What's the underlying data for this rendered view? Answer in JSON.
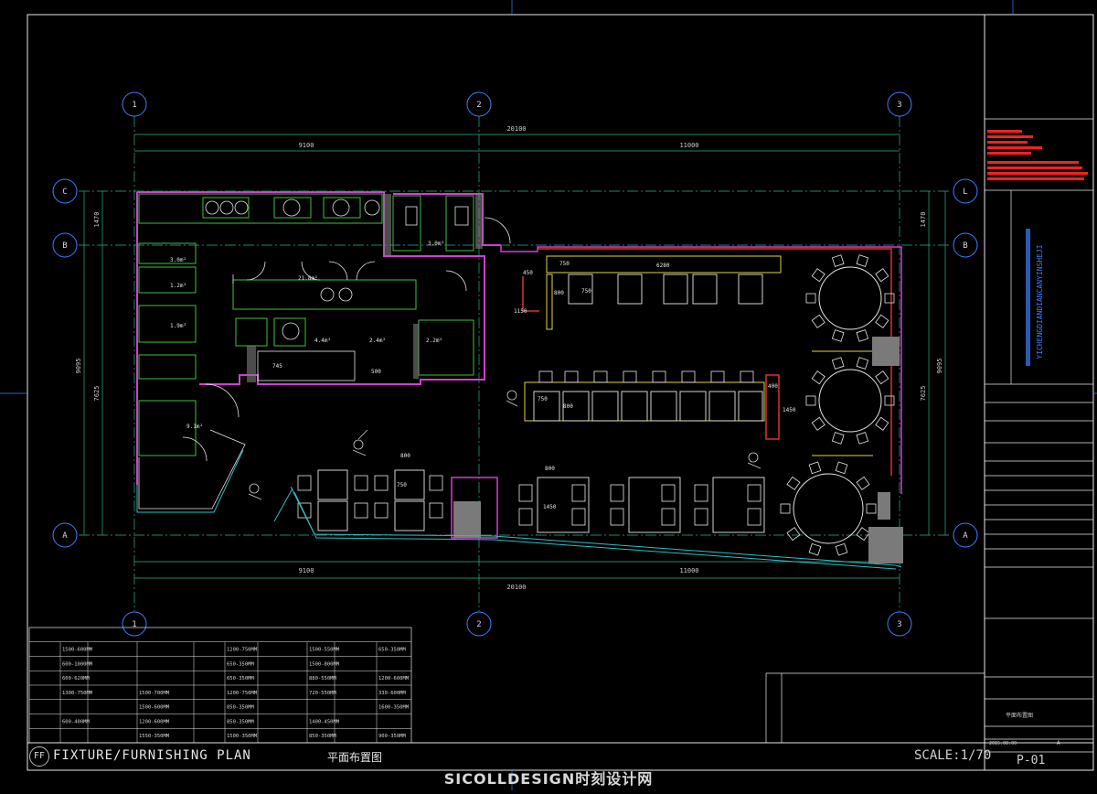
{
  "drawing": {
    "title_en": "FIXTURE/FURNISHING PLAN",
    "title_cn": "平面布置图",
    "badge": "FF",
    "scale": "SCALE:1/70",
    "sheet_no": "P-01",
    "sheet_title_cn": "平面布置图",
    "date": "2015.08.00",
    "revision": "A",
    "project_vertical": "YICHENGDIANDIANCANYINSHEJI",
    "watermark": "SICOLLDESIGN时刻设计网"
  },
  "grid": {
    "columns": [
      "1",
      "2",
      "3"
    ],
    "rows": [
      "C",
      "B",
      "A"
    ],
    "rows_right": [
      "L",
      "B",
      "A"
    ]
  },
  "dimensions": {
    "overall": "20100",
    "left_bay": "9100",
    "right_bay": "11000",
    "left_total": "9095",
    "left_sub": "7625",
    "left_top": "1470",
    "right_total": "9095",
    "right_sub": "7625",
    "right_top": "1470"
  },
  "room_labels": [
    {
      "id": "r1",
      "text": "3.0m²"
    },
    {
      "id": "r2",
      "text": "1.2m²"
    },
    {
      "id": "r3",
      "text": "1.9m²"
    },
    {
      "id": "r4",
      "text": "9.1m²"
    },
    {
      "id": "r5",
      "text": "4.4m²"
    },
    {
      "id": "r6",
      "text": "2.4m²"
    },
    {
      "id": "r7",
      "text": "2.2m²"
    },
    {
      "id": "r8",
      "text": "3.0m²"
    },
    {
      "id": "r9",
      "text": "21.8m²"
    }
  ],
  "inner_dims": [
    {
      "id": "d1",
      "text": "6280"
    },
    {
      "id": "d2",
      "text": "750"
    },
    {
      "id": "d3",
      "text": "800"
    },
    {
      "id": "d4",
      "text": "750"
    },
    {
      "id": "d5",
      "text": "450"
    },
    {
      "id": "d6",
      "text": "1150"
    },
    {
      "id": "d7",
      "text": "750"
    },
    {
      "id": "d8",
      "text": "800"
    },
    {
      "id": "d9",
      "text": "400"
    },
    {
      "id": "d10",
      "text": "1450"
    },
    {
      "id": "d11",
      "text": "800"
    },
    {
      "id": "d12",
      "text": "1450"
    },
    {
      "id": "d13",
      "text": "800"
    },
    {
      "id": "d14",
      "text": "750"
    },
    {
      "id": "d15",
      "text": "745"
    },
    {
      "id": "d16",
      "text": "500"
    }
  ],
  "schedule": {
    "header": [
      "",
      "",
      "",
      "",
      "",
      "",
      "",
      ""
    ],
    "rows": [
      [
        "",
        "1500-600MM",
        "",
        "",
        "",
        "1200-750MM",
        "1500-550MM",
        "650-350MM"
      ],
      [
        "",
        "600-1000MM",
        "",
        "",
        "",
        "650-350MM",
        "1500-800MM",
        ""
      ],
      [
        "",
        "600-620MM",
        "",
        "",
        "",
        "650-350MM",
        "880-550MM",
        "1200-600MM"
      ],
      [
        "",
        "1300-750MM",
        "",
        "1500-700MM",
        "",
        "1200-750MM",
        "720-550MM",
        "330-600MM"
      ],
      [
        "",
        "",
        "",
        "1500-600MM",
        "",
        "850-350MM",
        "",
        "1600-350MM"
      ],
      [
        "",
        "600-400MM",
        "",
        "1200-600MM",
        "",
        "850-350MM",
        "1400-450MM",
        ""
      ],
      [
        "",
        "",
        "",
        "1550-350MM",
        "",
        "1500-350MM",
        "850-350MM",
        "900-350MM"
      ]
    ]
  },
  "colors": {
    "background": "#000000",
    "frame": "#e8e8e8",
    "grid_line": "#2fae8f",
    "axis": "#3f7fff",
    "furniture": "#e8e8e8",
    "magenta": "#d13fcf",
    "green": "#3fbf3f",
    "cyan": "#2fbfbf",
    "yellow": "#e0d63f",
    "red": "#e03030",
    "note_red": "#ff2020",
    "dim_white": "#cfcfcf",
    "hatch": "#7f7f7f"
  }
}
